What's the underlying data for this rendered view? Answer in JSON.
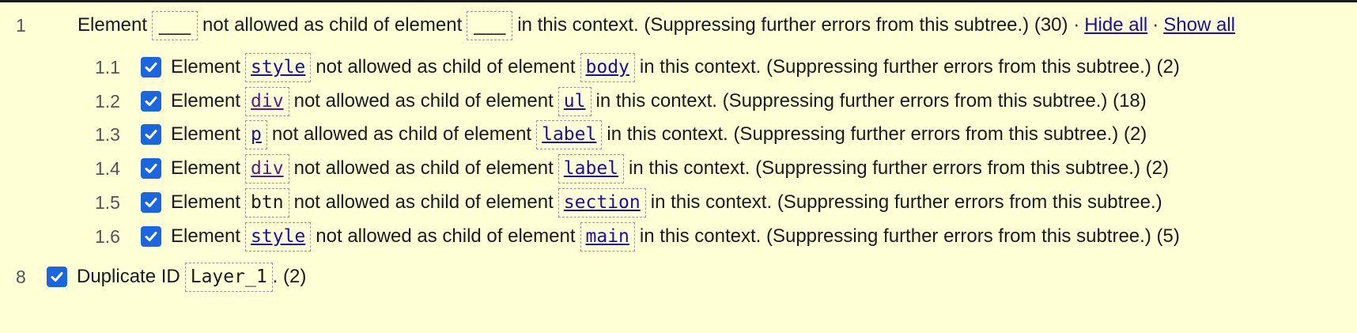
{
  "group": {
    "number": "1",
    "prefix": "Element",
    "placeholder1": "___",
    "middle": "not allowed as child of element",
    "placeholder2": "___",
    "suffix": "in this context. (Suppressing further errors from this subtree.) (30) ·",
    "hide_all": "Hide all",
    "dot": "·",
    "show_all": "Show all"
  },
  "items": [
    {
      "number": "1.1",
      "prefix": "Element",
      "child": "style",
      "middle": "not allowed as child of element",
      "parent": "body",
      "suffix": "in this context. (Suppressing further errors from this subtree.) (2)"
    },
    {
      "number": "1.2",
      "prefix": "Element",
      "child": "div",
      "middle": "not allowed as child of element",
      "parent": "ul",
      "suffix": "in this context. (Suppressing further errors from this subtree.) (18)"
    },
    {
      "number": "1.3",
      "prefix": "Element",
      "child": "p",
      "middle": "not allowed as child of element",
      "parent": "label",
      "suffix": "in this context. (Suppressing further errors from this subtree.) (2)"
    },
    {
      "number": "1.4",
      "prefix": "Element",
      "child": "div",
      "middle": "not allowed as child of element",
      "parent": "label",
      "suffix": "in this context. (Suppressing further errors from this subtree.) (2)"
    },
    {
      "number": "1.5",
      "prefix": "Element",
      "child": "btn",
      "middle": "not allowed as child of element",
      "parent": "section",
      "suffix": "in this context. (Suppressing further errors from this subtree.)"
    },
    {
      "number": "1.6",
      "prefix": "Element",
      "child": "style",
      "middle": "not allowed as child of element",
      "parent": "main",
      "suffix": "in this context. (Suppressing further errors from this subtree.) (5)"
    }
  ],
  "duplicate": {
    "number": "8",
    "prefix": "Duplicate ID",
    "id": "Layer_1",
    "suffix": ". (2)"
  },
  "colors": {
    "background": "#ffffd6",
    "checkbox": "#1a66e0",
    "link": "#1a0dab",
    "visited": "#5a1a8c"
  }
}
